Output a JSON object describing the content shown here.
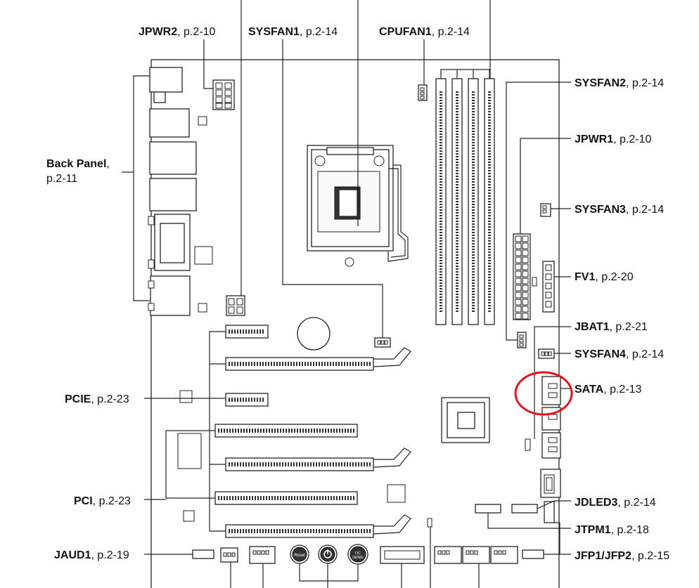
{
  "labels": {
    "jpwr2": {
      "name": "JPWR2",
      "page": ", p.2-10"
    },
    "sysfan1": {
      "name": "SYSFAN1",
      "page": ", p.2-14"
    },
    "cpufan1": {
      "name": "CPUFAN1",
      "page": ", p.2-14"
    },
    "sysfan2": {
      "name": "SYSFAN2",
      "page": ", p.2-14"
    },
    "jpwr1": {
      "name": "JPWR1",
      "page": ", p.2-10"
    },
    "back_panel": {
      "name": "Back Panel",
      "page": ",",
      "page2": "p.2-11"
    },
    "sysfan3": {
      "name": "SYSFAN3",
      "page": ", p.2-14"
    },
    "fv1": {
      "name": "FV1",
      "page": ", p.2-20"
    },
    "jbat1": {
      "name": "JBAT1",
      "page": ", p.2-21"
    },
    "sysfan4": {
      "name": "SYSFAN4",
      "page": ", p.2-14"
    },
    "pcie": {
      "name": "PCIE",
      "page": ", p.2-23"
    },
    "sata": {
      "name": "SATA",
      "page": ", p.2-13"
    },
    "pci": {
      "name": "PCI",
      "page": ", p.2-23"
    },
    "jdled3": {
      "name": "JDLED3",
      "page": ", p.2-14"
    },
    "jtpm1": {
      "name": "JTPM1",
      "page": ", p.2-18"
    },
    "jaud1": {
      "name": "JAUD1",
      "page": ", p.2-19"
    },
    "jfp": {
      "name": "JFP1/JFP2",
      "page": ", p.2-15"
    }
  },
  "board_text": {
    "reset_button": "Reset",
    "oc_genie_button": "OC\nGENIE"
  },
  "highlight_color": "#e0121e"
}
